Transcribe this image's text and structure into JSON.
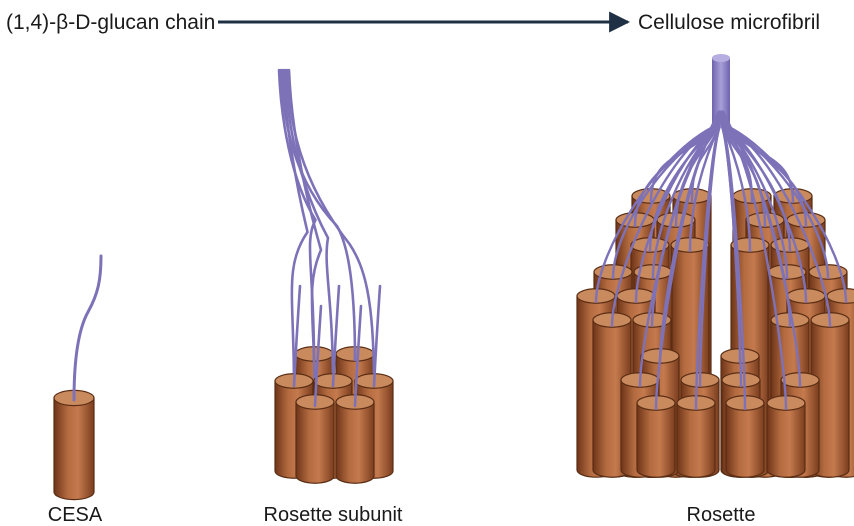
{
  "diagram": {
    "top": {
      "source_label": "(1,4)-β-D-glucan chain",
      "target_label": "Cellulose microfibril"
    },
    "stages": [
      {
        "label": "CESA"
      },
      {
        "label": "Rosette subunit"
      },
      {
        "label": "Rosette"
      }
    ]
  },
  "colors": {
    "cylinder_body": "#a9633a",
    "cylinder_top": "#c98a5e",
    "cylinder_outline": "#5a2d14",
    "glucan_chain": "#7d72b8",
    "microfibril": "#8a7fc4",
    "arrow": "#1f2f44"
  }
}
